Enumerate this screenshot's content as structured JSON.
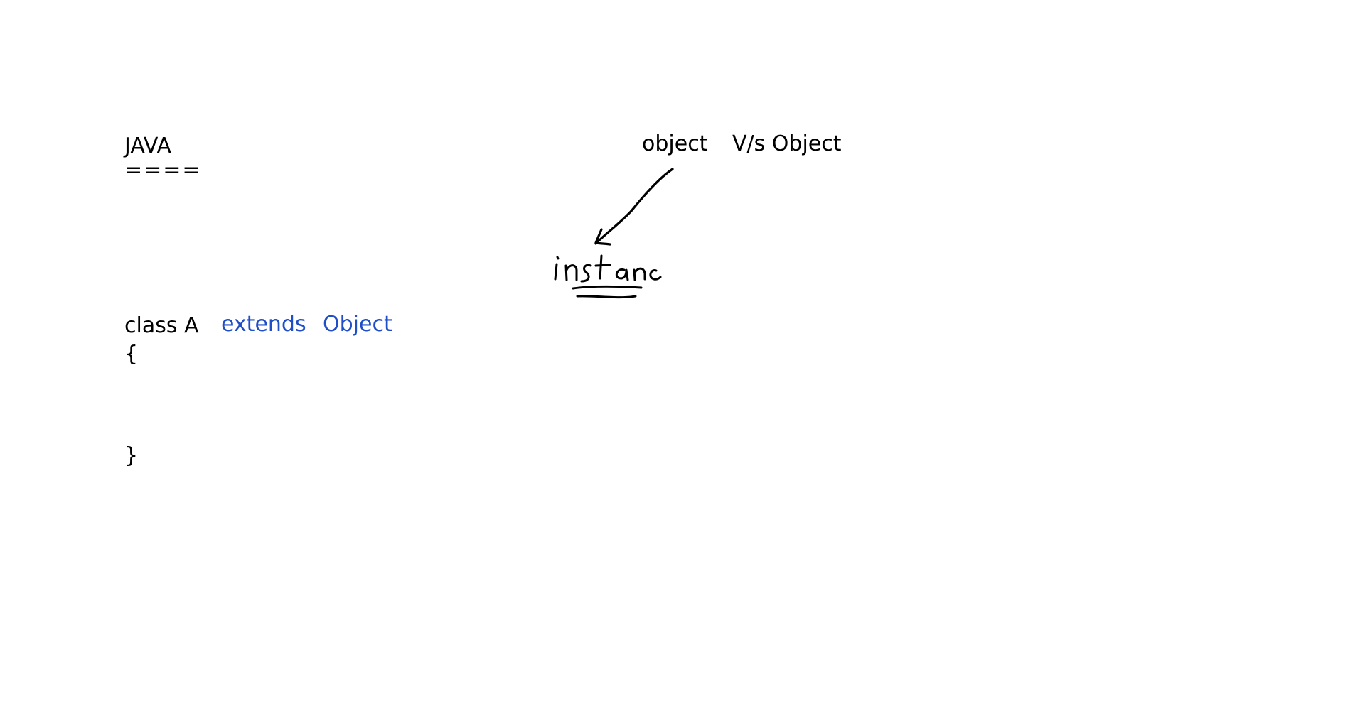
{
  "notes": {
    "title": "JAVA",
    "title_underline": "====",
    "class_declaration": "class A",
    "extends_keyword": "extends",
    "object_keyword": "Object",
    "open_brace": "{",
    "close_brace": "}",
    "heading_object": "object",
    "heading_vs": "V/s Object",
    "handwritten_word": "instanc"
  },
  "colors": {
    "text": "#000000",
    "keyword": "#1f4fc8",
    "ink": "#000000",
    "background": "#ffffff"
  },
  "icons": {
    "arrow": "hand-drawn-arrow-icon"
  }
}
